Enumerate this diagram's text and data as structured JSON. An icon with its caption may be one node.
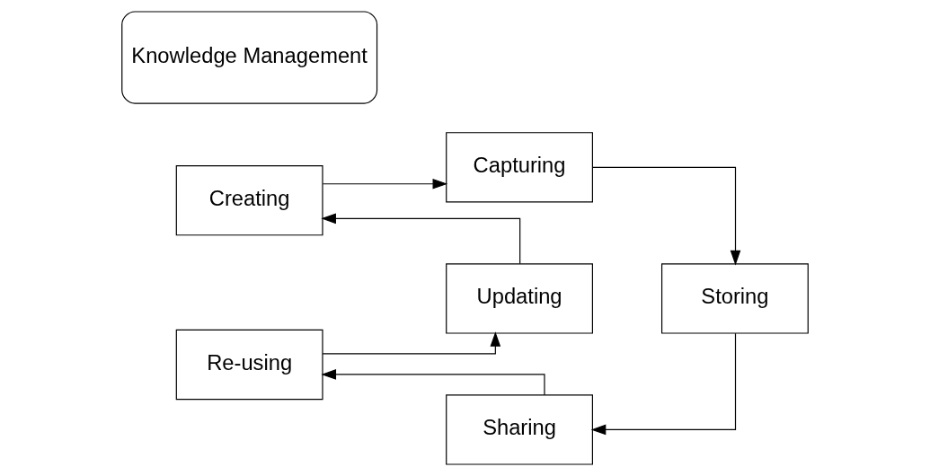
{
  "diagram": {
    "nodes": [
      {
        "text": [
          "Creating"
        ]
      },
      {
        "text": [
          "Capturing"
        ]
      },
      {
        "text": [
          "Storing"
        ]
      },
      {
        "text": [
          "Sharing"
        ]
      },
      {
        "text": [
          "Re-using"
        ]
      },
      {
        "text": [
          "Updating"
        ]
      },
      {
        "text": [
          "Knowledge Management"
        ]
      }
    ],
    "edges": [
      {
        "from": 0,
        "to": 1,
        "arrow": "to"
      },
      {
        "from": 1,
        "to": 2,
        "arrow": "to"
      },
      {
        "from": 2,
        "to": 3,
        "arrow": "to"
      },
      {
        "from": 3,
        "to": 4,
        "arrow": "to"
      },
      {
        "from": 4,
        "to": 5,
        "arrow": "to"
      },
      {
        "from": 5,
        "to": 0,
        "arrow": "to"
      }
    ]
  }
}
